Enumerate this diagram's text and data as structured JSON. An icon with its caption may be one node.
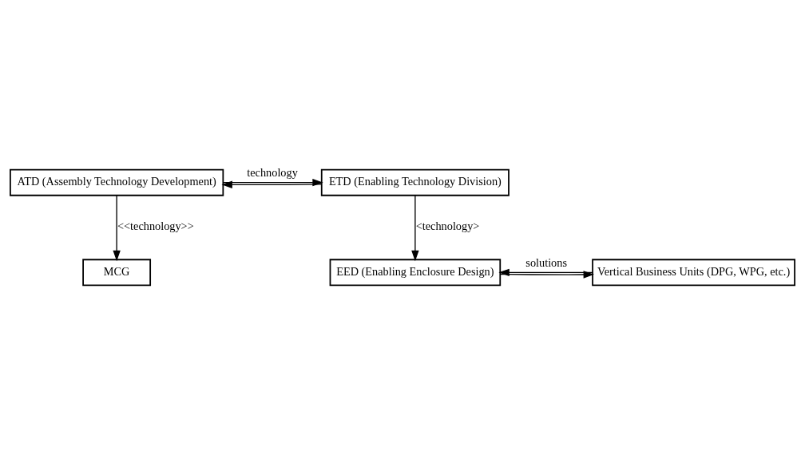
{
  "diagram": {
    "nodes": [
      {
        "text": [
          "ATD (Assembly Technology Development)"
        ]
      },
      {
        "text": [
          "ETD (Enabling Technology Division)"
        ]
      },
      {
        "text": [
          "MCG"
        ]
      },
      {
        "text": [
          "Vertical Business Units (DPG, WPG, etc.)"
        ]
      },
      {
        "text": [
          "EED (Enabling Enclosure Design)"
        ]
      }
    ],
    "edges": [
      {
        "from": 0,
        "to": 1,
        "arrow": "to",
        "label": "technology"
      },
      {
        "from": 1,
        "to": 0,
        "arrow": "to"
      },
      {
        "from": 1,
        "to": 4,
        "arrow": "to",
        "label": "<technology>"
      },
      {
        "from": 0,
        "to": 2,
        "arrow": "to",
        "label": "<<technology>>"
      },
      {
        "from": 3,
        "to": 4,
        "arrow": "to",
        "label": "solutions"
      },
      {
        "from": 4,
        "to": 3,
        "arrow": "to"
      }
    ]
  }
}
